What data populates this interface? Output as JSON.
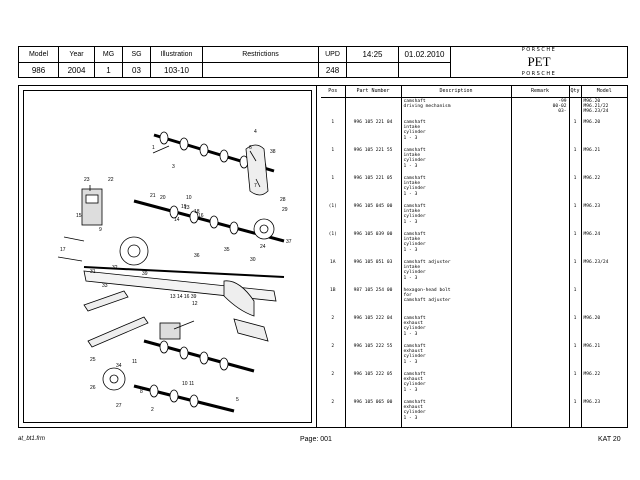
{
  "header": {
    "model_label": "Model",
    "model": "986",
    "year_label": "Year",
    "year": "2004",
    "mg_label": "MG",
    "mg": "1",
    "sg_label": "SG",
    "sg": "03",
    "illustration_label": "Illustration",
    "illustration": "103-10",
    "restrictions_label": "Restrictions",
    "restrictions": "",
    "upd_label": "UPD",
    "upd": "248",
    "time": "14:25",
    "date": "01.02.2010",
    "brand_left": "PORSCHE",
    "app": "PET",
    "brand_right": "PORSCHE"
  },
  "table": {
    "columns": [
      "Pos",
      "Part Number",
      "Description",
      "Remark",
      "Qty",
      "Model"
    ],
    "rows": [
      {
        "pos": "",
        "part": "",
        "desc": [
          "camshaft",
          "driving mechanism"
        ],
        "remark": [
          "-99",
          "00-02",
          "03-"
        ],
        "qty": "",
        "model": [
          "M96.20",
          "M96.21/22",
          "M96.23/24"
        ]
      },
      {
        "pos": "1",
        "part": "996 105 221 04",
        "desc": [
          "camshaft",
          "intake",
          "cylinder",
          "1 - 3"
        ],
        "remark": [],
        "qty": "1",
        "model": [
          "M96.20"
        ]
      },
      {
        "pos": "1",
        "part": "996 105 221 55",
        "desc": [
          "camshaft",
          "intake",
          "cylinder",
          "1 - 3"
        ],
        "remark": [],
        "qty": "1",
        "model": [
          "M96.21"
        ]
      },
      {
        "pos": "1",
        "part": "996 105 221 05",
        "desc": [
          "camshaft",
          "intake",
          "cylinder",
          "1 - 3"
        ],
        "remark": [],
        "qty": "1",
        "model": [
          "M96.22"
        ]
      },
      {
        "pos": "(1)",
        "part": "996 105 045 00",
        "desc": [
          "camshaft",
          "intake",
          "cylinder",
          "1 - 3"
        ],
        "remark": [],
        "qty": "1",
        "model": [
          "M96.23"
        ]
      },
      {
        "pos": "(1)",
        "part": "996 105 039 00",
        "desc": [
          "camshaft",
          "intake",
          "cylinder",
          "1 - 3"
        ],
        "remark": [],
        "qty": "1",
        "model": [
          "M96.24"
        ]
      },
      {
        "pos": "1A",
        "part": "996 105 051 03",
        "desc": [
          "camshaft adjuster",
          "intake",
          "cylinder",
          "1 - 3"
        ],
        "remark": [],
        "qty": "1",
        "model": [
          "M96.23/24"
        ]
      },
      {
        "pos": "1B",
        "part": "987 105 254 00",
        "desc": [
          "hexagon-head bolt",
          "for",
          "camshaft adjuster"
        ],
        "remark": [],
        "qty": "1",
        "model": []
      },
      {
        "pos": "2",
        "part": "996 105 222 04",
        "desc": [
          "camshaft",
          "exhaust",
          "cylinder",
          "1 - 3"
        ],
        "remark": [],
        "qty": "1",
        "model": [
          "M96.20"
        ]
      },
      {
        "pos": "2",
        "part": "996 105 222 55",
        "desc": [
          "camshaft",
          "exhaust",
          "cylinder",
          "1 - 3"
        ],
        "remark": [],
        "qty": "1",
        "model": [
          "M96.21"
        ]
      },
      {
        "pos": "2",
        "part": "996 105 222 05",
        "desc": [
          "camshaft",
          "exhaust",
          "cylinder",
          "1 - 3"
        ],
        "remark": [],
        "qty": "1",
        "model": [
          "M96.22"
        ]
      },
      {
        "pos": "2",
        "part": "996 105 065 00",
        "desc": [
          "camshaft",
          "exhaust",
          "cylinder",
          "1 - 3"
        ],
        "remark": [],
        "qty": "1",
        "model": [
          "M96.23"
        ]
      }
    ]
  },
  "figure": {
    "callouts": [
      "1",
      "2",
      "3",
      "4",
      "5",
      "6",
      "7",
      "8",
      "9",
      "10",
      "11",
      "12",
      "13",
      "14",
      "15",
      "16",
      "17",
      "18",
      "19",
      "20",
      "21",
      "22",
      "23",
      "24",
      "25",
      "26",
      "27",
      "28",
      "29",
      "30",
      "31",
      "32",
      "33",
      "34",
      "35",
      "36",
      "37",
      "38",
      "39",
      "13 14 16 39",
      "10 11"
    ]
  },
  "footer": {
    "left": "at_bt1.frm",
    "center": "Page: 001",
    "right": "KAT 20"
  }
}
